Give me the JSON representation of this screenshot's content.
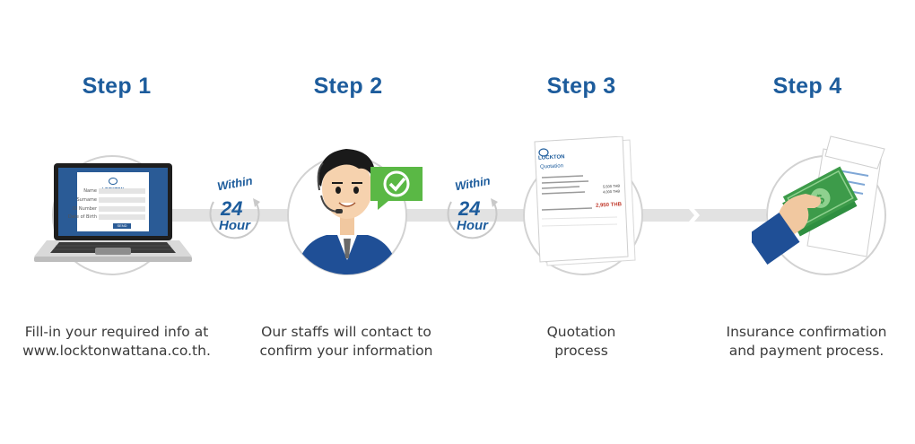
{
  "steps": [
    {
      "title": "Step 1",
      "caption": [
        "Fill-in your required info at",
        "www.locktonwattana.co.th."
      ]
    },
    {
      "title": "Step 2",
      "caption": [
        "Our staffs will contact to",
        "confirm your information"
      ]
    },
    {
      "title": "Step 3",
      "caption": [
        "Quotation",
        "process"
      ]
    },
    {
      "title": "Step 4",
      "caption": [
        "Insurance confirmation",
        "and payment process."
      ]
    }
  ],
  "badges": [
    {
      "within": "Within",
      "number": "24",
      "unit": "Hour"
    },
    {
      "within": "Within",
      "number": "24",
      "unit": "Hour"
    }
  ],
  "laptop_form": {
    "brand": "LOCKTON",
    "fields": [
      "Name",
      "Surname",
      "ID Number",
      "Date of Birth"
    ],
    "button": "SEND"
  },
  "quotation_doc": {
    "brand": "LOCKTON",
    "heading": "Quotation",
    "amounts": [
      "5,500 THB",
      "4,000 THB"
    ],
    "total": "2,950 THB"
  },
  "colors": {
    "brand_blue": "#1d5c9c",
    "connector_gray": "#e2e2e2",
    "ring_gray": "#d2d2d2",
    "check_green": "#5ab845",
    "money_green": "#3d9b4a",
    "total_red": "#c0392b"
  }
}
